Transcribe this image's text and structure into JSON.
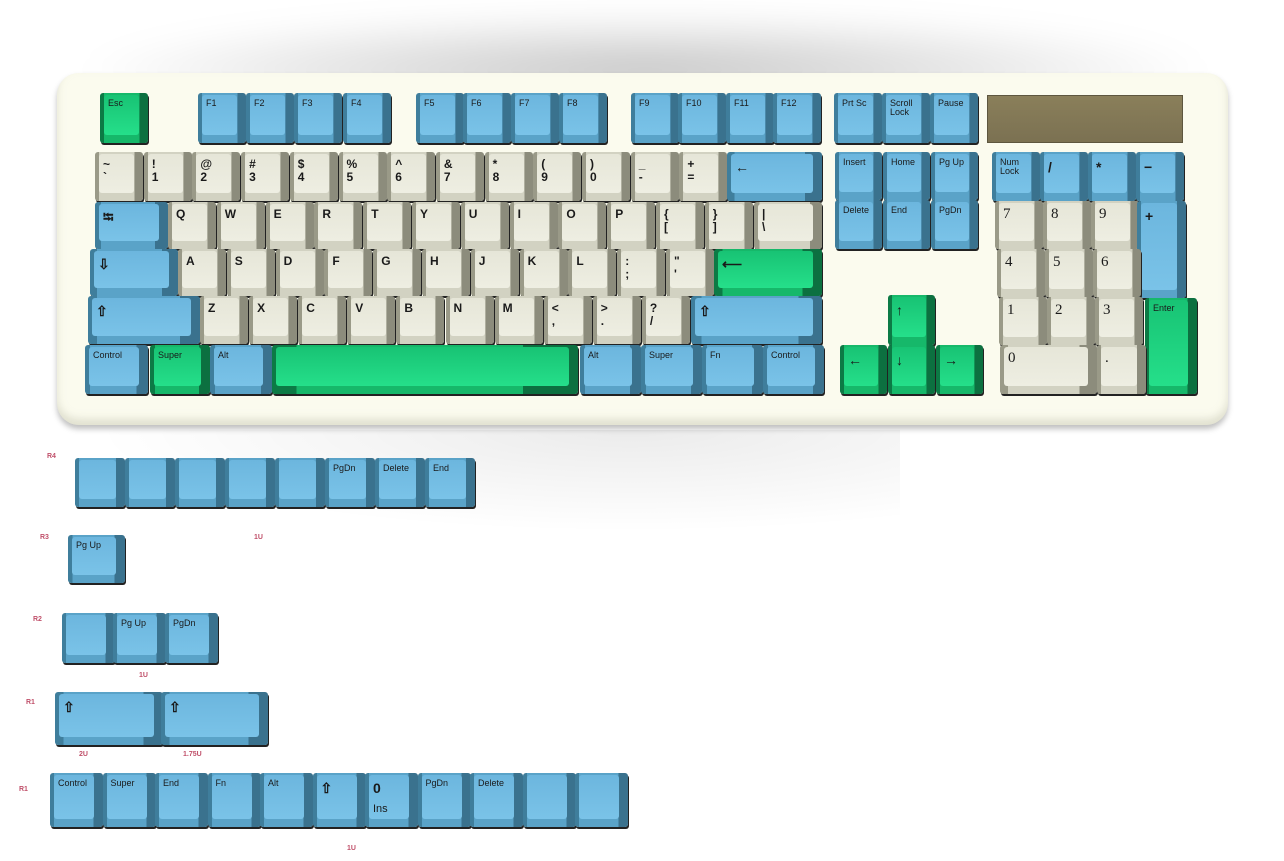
{
  "colors": {
    "blue": "#6cb6de",
    "green": "#18c374",
    "beige": "#e6e6d8",
    "case": "#fbfbee",
    "led_panel": "#8a7f5a"
  },
  "keyboard": {
    "keys": [
      {
        "l": "Esc",
        "c": "g"
      },
      {
        "l": "F1",
        "c": "b"
      },
      {
        "l": "F2",
        "c": "b"
      },
      {
        "l": "F3",
        "c": "b"
      },
      {
        "l": "F4",
        "c": "b"
      },
      {
        "l": "F5",
        "c": "b"
      },
      {
        "l": "F6",
        "c": "b"
      },
      {
        "l": "F7",
        "c": "b"
      },
      {
        "l": "F8",
        "c": "b"
      },
      {
        "l": "F9",
        "c": "b"
      },
      {
        "l": "F10",
        "c": "b"
      },
      {
        "l": "F11",
        "c": "b"
      },
      {
        "l": "F12",
        "c": "b"
      },
      {
        "l": "Prt Sc",
        "c": "b"
      },
      {
        "l": "Scroll\nLock",
        "c": "b"
      },
      {
        "l": "Pause",
        "c": "b"
      },
      {
        "l": "~\n`",
        "c": "w"
      },
      {
        "l": "!\n1",
        "c": "w"
      },
      {
        "l": "@\n2",
        "c": "w"
      },
      {
        "l": "#\n3",
        "c": "w"
      },
      {
        "l": "$\n4",
        "c": "w"
      },
      {
        "l": "%\n5",
        "c": "w"
      },
      {
        "l": "^\n6",
        "c": "w"
      },
      {
        "l": "&\n7",
        "c": "w"
      },
      {
        "l": "*\n8",
        "c": "w"
      },
      {
        "l": "(\n9",
        "c": "w"
      },
      {
        "l": ")\n0",
        "c": "w"
      },
      {
        "l": "_\n-",
        "c": "w"
      },
      {
        "l": "+\n=",
        "c": "w"
      },
      {
        "l": "←",
        "c": "b",
        "big": true
      },
      {
        "l": "⭾",
        "c": "b",
        "big": true
      },
      {
        "l": "Q",
        "c": "w"
      },
      {
        "l": "W",
        "c": "w"
      },
      {
        "l": "E",
        "c": "w"
      },
      {
        "l": "R",
        "c": "w"
      },
      {
        "l": "T",
        "c": "w"
      },
      {
        "l": "Y",
        "c": "w"
      },
      {
        "l": "U",
        "c": "w"
      },
      {
        "l": "I",
        "c": "w"
      },
      {
        "l": "O",
        "c": "w"
      },
      {
        "l": "P",
        "c": "w"
      },
      {
        "l": "{\n[",
        "c": "w"
      },
      {
        "l": "}\n]",
        "c": "w"
      },
      {
        "l": "|\n\\",
        "c": "w"
      },
      {
        "l": "⇩",
        "c": "b",
        "big": true
      },
      {
        "l": "A",
        "c": "w"
      },
      {
        "l": "S",
        "c": "w"
      },
      {
        "l": "D",
        "c": "w"
      },
      {
        "l": "F",
        "c": "w"
      },
      {
        "l": "G",
        "c": "w"
      },
      {
        "l": "H",
        "c": "w"
      },
      {
        "l": "J",
        "c": "w"
      },
      {
        "l": "K",
        "c": "w"
      },
      {
        "l": "L",
        "c": "w"
      },
      {
        "l": ":\n;",
        "c": "w"
      },
      {
        "l": "\"\n'",
        "c": "w"
      },
      {
        "l": "⟵",
        "c": "g",
        "big": true
      },
      {
        "l": "⇧",
        "c": "b",
        "big": true
      },
      {
        "l": "Z",
        "c": "w"
      },
      {
        "l": "X",
        "c": "w"
      },
      {
        "l": "C",
        "c": "w"
      },
      {
        "l": "V",
        "c": "w"
      },
      {
        "l": "B",
        "c": "w"
      },
      {
        "l": "N",
        "c": "w"
      },
      {
        "l": "M",
        "c": "w"
      },
      {
        "l": "<\n,",
        "c": "w"
      },
      {
        "l": ">\n.",
        "c": "w"
      },
      {
        "l": "?\n/",
        "c": "w"
      },
      {
        "l": "⇧",
        "c": "b",
        "big": true
      },
      {
        "l": "Control",
        "c": "b"
      },
      {
        "l": "Super",
        "c": "g"
      },
      {
        "l": "Alt",
        "c": "b"
      },
      {
        "l": "",
        "c": "g"
      },
      {
        "l": "Alt",
        "c": "b"
      },
      {
        "l": "Super",
        "c": "b"
      },
      {
        "l": "Fn",
        "c": "b"
      },
      {
        "l": "Control",
        "c": "b"
      },
      {
        "l": "Insert",
        "c": "b"
      },
      {
        "l": "Home",
        "c": "b"
      },
      {
        "l": "Pg Up",
        "c": "b"
      },
      {
        "l": "Delete",
        "c": "b"
      },
      {
        "l": "End",
        "c": "b"
      },
      {
        "l": "PgDn",
        "c": "b"
      },
      {
        "l": "↑",
        "c": "g",
        "big": true
      },
      {
        "l": "←",
        "c": "g",
        "big": true
      },
      {
        "l": "↓",
        "c": "g",
        "big": true
      },
      {
        "l": "→",
        "c": "g",
        "big": true
      },
      {
        "l": "Num\nLock",
        "c": "b"
      },
      {
        "l": "/",
        "c": "b",
        "big": true
      },
      {
        "l": "*",
        "c": "b",
        "big": true
      },
      {
        "l": "−",
        "c": "b",
        "big": true
      },
      {
        "l": "7",
        "c": "w",
        "np": true
      },
      {
        "l": "8",
        "c": "w",
        "np": true
      },
      {
        "l": "9",
        "c": "w",
        "np": true
      },
      {
        "l": "+",
        "c": "b",
        "big": true
      },
      {
        "l": "4",
        "c": "w",
        "np": true
      },
      {
        "l": "5",
        "c": "w",
        "np": true
      },
      {
        "l": "6",
        "c": "w",
        "np": true
      },
      {
        "l": "1",
        "c": "w",
        "np": true
      },
      {
        "l": "2",
        "c": "w",
        "np": true
      },
      {
        "l": "3",
        "c": "w",
        "np": true
      },
      {
        "l": "Enter",
        "c": "g"
      },
      {
        "l": "0",
        "c": "w",
        "np": true
      },
      {
        "l": ".",
        "c": "w",
        "np": true
      }
    ]
  },
  "kits": {
    "labels": [
      {
        "text": "R4"
      },
      {
        "text": "1U"
      },
      {
        "text": "R3"
      },
      {
        "text": "R2"
      },
      {
        "text": "1U"
      },
      {
        "text": "R1"
      },
      {
        "text": "2U"
      },
      {
        "text": "1.75U"
      },
      {
        "text": "R1"
      },
      {
        "text": "1U"
      }
    ],
    "keys": [
      {
        "l": ""
      },
      {
        "l": ""
      },
      {
        "l": ""
      },
      {
        "l": ""
      },
      {
        "l": ""
      },
      {
        "l": "PgDn"
      },
      {
        "l": "Delete"
      },
      {
        "l": "End"
      },
      {
        "l": "Pg Up"
      },
      {
        "l": ""
      },
      {
        "l": "Pg Up"
      },
      {
        "l": "PgDn"
      },
      {
        "l": "⇧",
        "big": true
      },
      {
        "l": "⇧",
        "big": true
      },
      {
        "l": "Control"
      },
      {
        "l": "Super"
      },
      {
        "l": "End"
      },
      {
        "l": "Fn"
      },
      {
        "l": "Alt"
      },
      {
        "l": "⇧",
        "big": true
      },
      {
        "l": "0",
        "sub": "Ins",
        "big": true
      },
      {
        "l": "PgDn"
      },
      {
        "l": "Delete"
      },
      {
        "l": ""
      },
      {
        "l": ""
      }
    ]
  }
}
